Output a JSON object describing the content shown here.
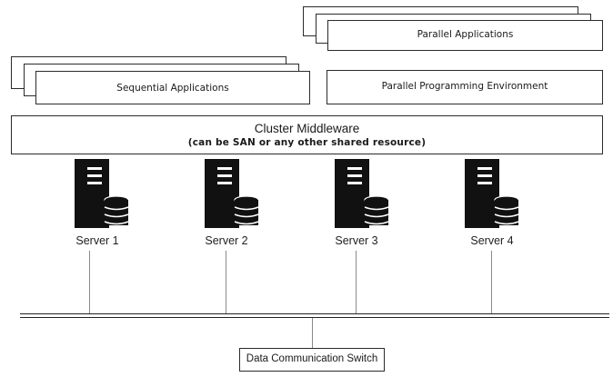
{
  "diagram": {
    "parallel_applications": {
      "label": "Parallel Applications"
    },
    "sequential_applications": {
      "label": "Sequential Applications"
    },
    "parallel_programming_environment": {
      "label": "Parallel Programming Environment"
    },
    "cluster_middleware": {
      "title": "Cluster Middleware",
      "subtitle": "(can be SAN or any other shared resource)"
    },
    "servers": [
      {
        "label": "Server 1",
        "icon": "server-icon"
      },
      {
        "label": "Server 2",
        "icon": "server-icon"
      },
      {
        "label": "Server 3",
        "icon": "server-icon"
      },
      {
        "label": "Server 4",
        "icon": "server-icon"
      }
    ],
    "switch": {
      "label": "Data Communication Switch"
    }
  }
}
